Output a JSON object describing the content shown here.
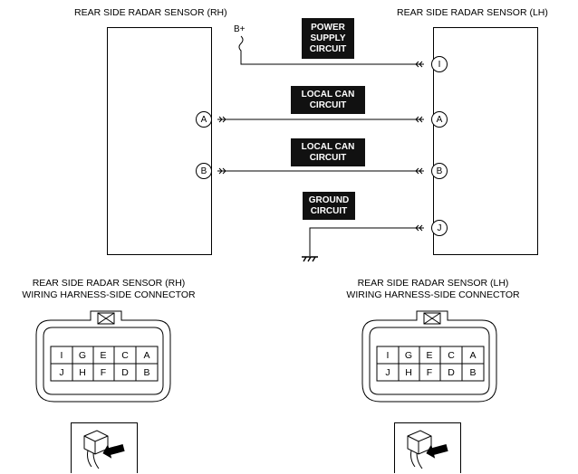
{
  "sensors": {
    "rh_title": "REAR SIDE RADAR SENSOR (RH)",
    "lh_title": "REAR SIDE RADAR SENSOR (LH)"
  },
  "power": {
    "b_plus": "B+"
  },
  "circuits": {
    "power_supply": "POWER\nSUPPLY\nCIRCUIT",
    "local_can_1": "LOCAL CAN\nCIRCUIT",
    "local_can_2": "LOCAL CAN\nCIRCUIT",
    "ground": "GROUND\nCIRCUIT"
  },
  "pins": {
    "rh_a": "A",
    "rh_b": "B",
    "lh_i": "I",
    "lh_a": "A",
    "lh_b": "B",
    "lh_j": "J"
  },
  "connectors": {
    "rh": {
      "title_line1": "REAR SIDE RADAR SENSOR (RH)",
      "title_line2": "WIRING HARNESS-SIDE CONNECTOR",
      "row1": [
        "I",
        "G",
        "E",
        "C",
        "A"
      ],
      "row2": [
        "J",
        "H",
        "F",
        "D",
        "B"
      ]
    },
    "lh": {
      "title_line1": "REAR SIDE RADAR SENSOR (LH)",
      "title_line2": "WIRING HARNESS-SIDE CONNECTOR",
      "row1": [
        "I",
        "G",
        "E",
        "C",
        "A"
      ],
      "row2": [
        "J",
        "H",
        "F",
        "D",
        "B"
      ]
    }
  }
}
